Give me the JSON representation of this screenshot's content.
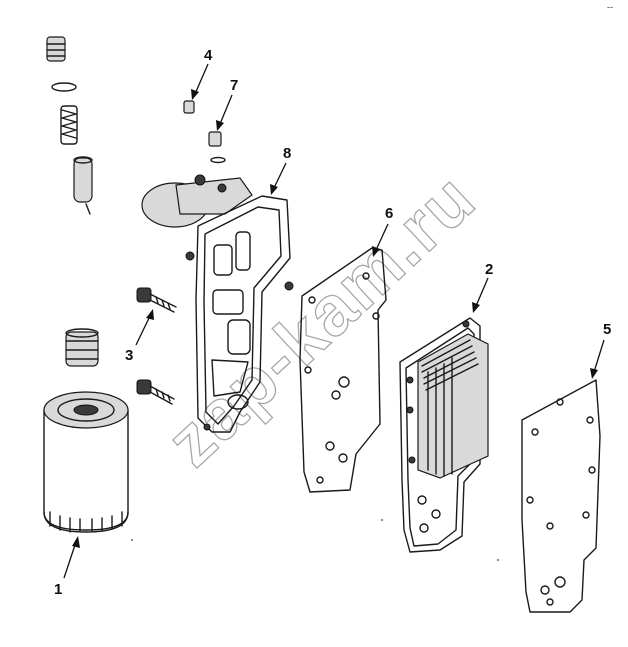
{
  "diagram": {
    "callouts": [
      "1",
      "2",
      "3",
      "4",
      "5",
      "6",
      "7",
      "8"
    ],
    "corner_mark": "--",
    "watermark": "zap-kam.ru"
  }
}
